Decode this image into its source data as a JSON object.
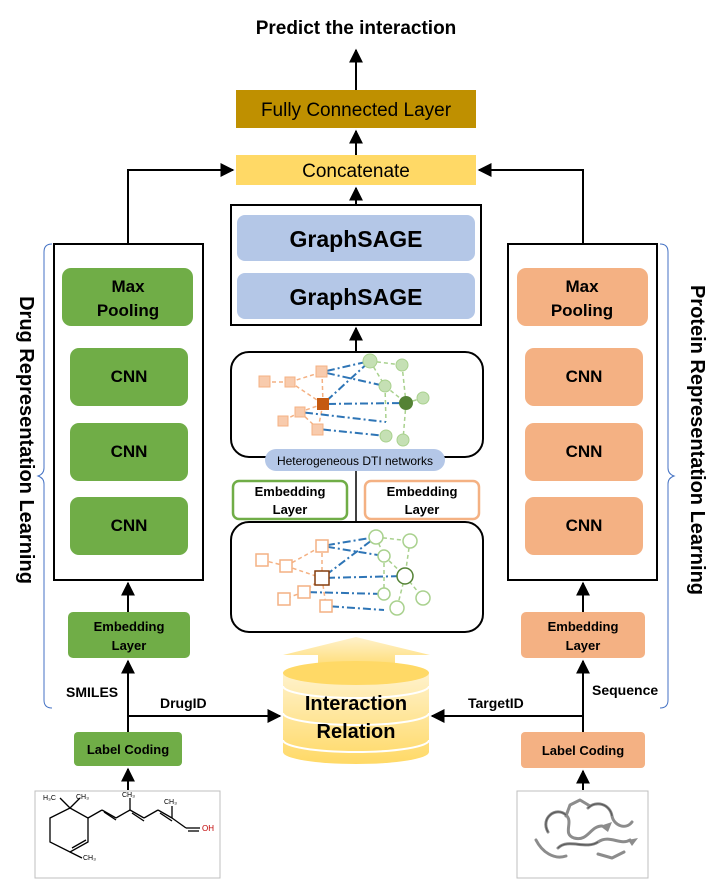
{
  "title": "Predict the interaction",
  "top": {
    "fc_layer": "Fully Connected Layer",
    "concatenate": "Concatenate",
    "graphsage_1": "GraphSAGE",
    "graphsage_2": "GraphSAGE",
    "hetero_label": "Heterogeneous DTI networks"
  },
  "embedding_drug_line1": "Embedding",
  "embedding_drug_line2": "Layer",
  "embedding_target_line1": "Embedding",
  "embedding_target_line2": "Layer",
  "drug": {
    "side_label": "Drug Representation Learning",
    "max_pooling_line1": "Max",
    "max_pooling_line2": "Pooling",
    "cnn_1": "CNN",
    "cnn_2": "CNN",
    "cnn_3": "CNN",
    "embedding_line1": "Embedding",
    "embedding_line2": "Layer",
    "smiles": "SMILES",
    "drug_id": "DrugID",
    "label_coding": "Label Coding",
    "colors": {
      "dark": "#6aa84f",
      "fill": "#70ad47"
    }
  },
  "protein": {
    "side_label": "Protein Representation Learning",
    "max_pooling_line1": "Max",
    "max_pooling_line2": "Pooling",
    "cnn_1": "CNN",
    "cnn_2": "CNN",
    "cnn_3": "CNN",
    "embedding_line1": "Embedding",
    "embedding_line2": "Layer",
    "sequence": "Sequence",
    "target_id": "TargetID",
    "label_coding": "Label Coding",
    "colors": {
      "fill": "#f4b183"
    }
  },
  "interaction": {
    "line1": "Interaction",
    "line2": "Relation"
  },
  "colors": {
    "fc": "#bf9000",
    "concat": "#ffd966",
    "graphsage": "#b4c7e7",
    "hetero_pill": "#b4c7e7",
    "link": "#2e75b6"
  }
}
